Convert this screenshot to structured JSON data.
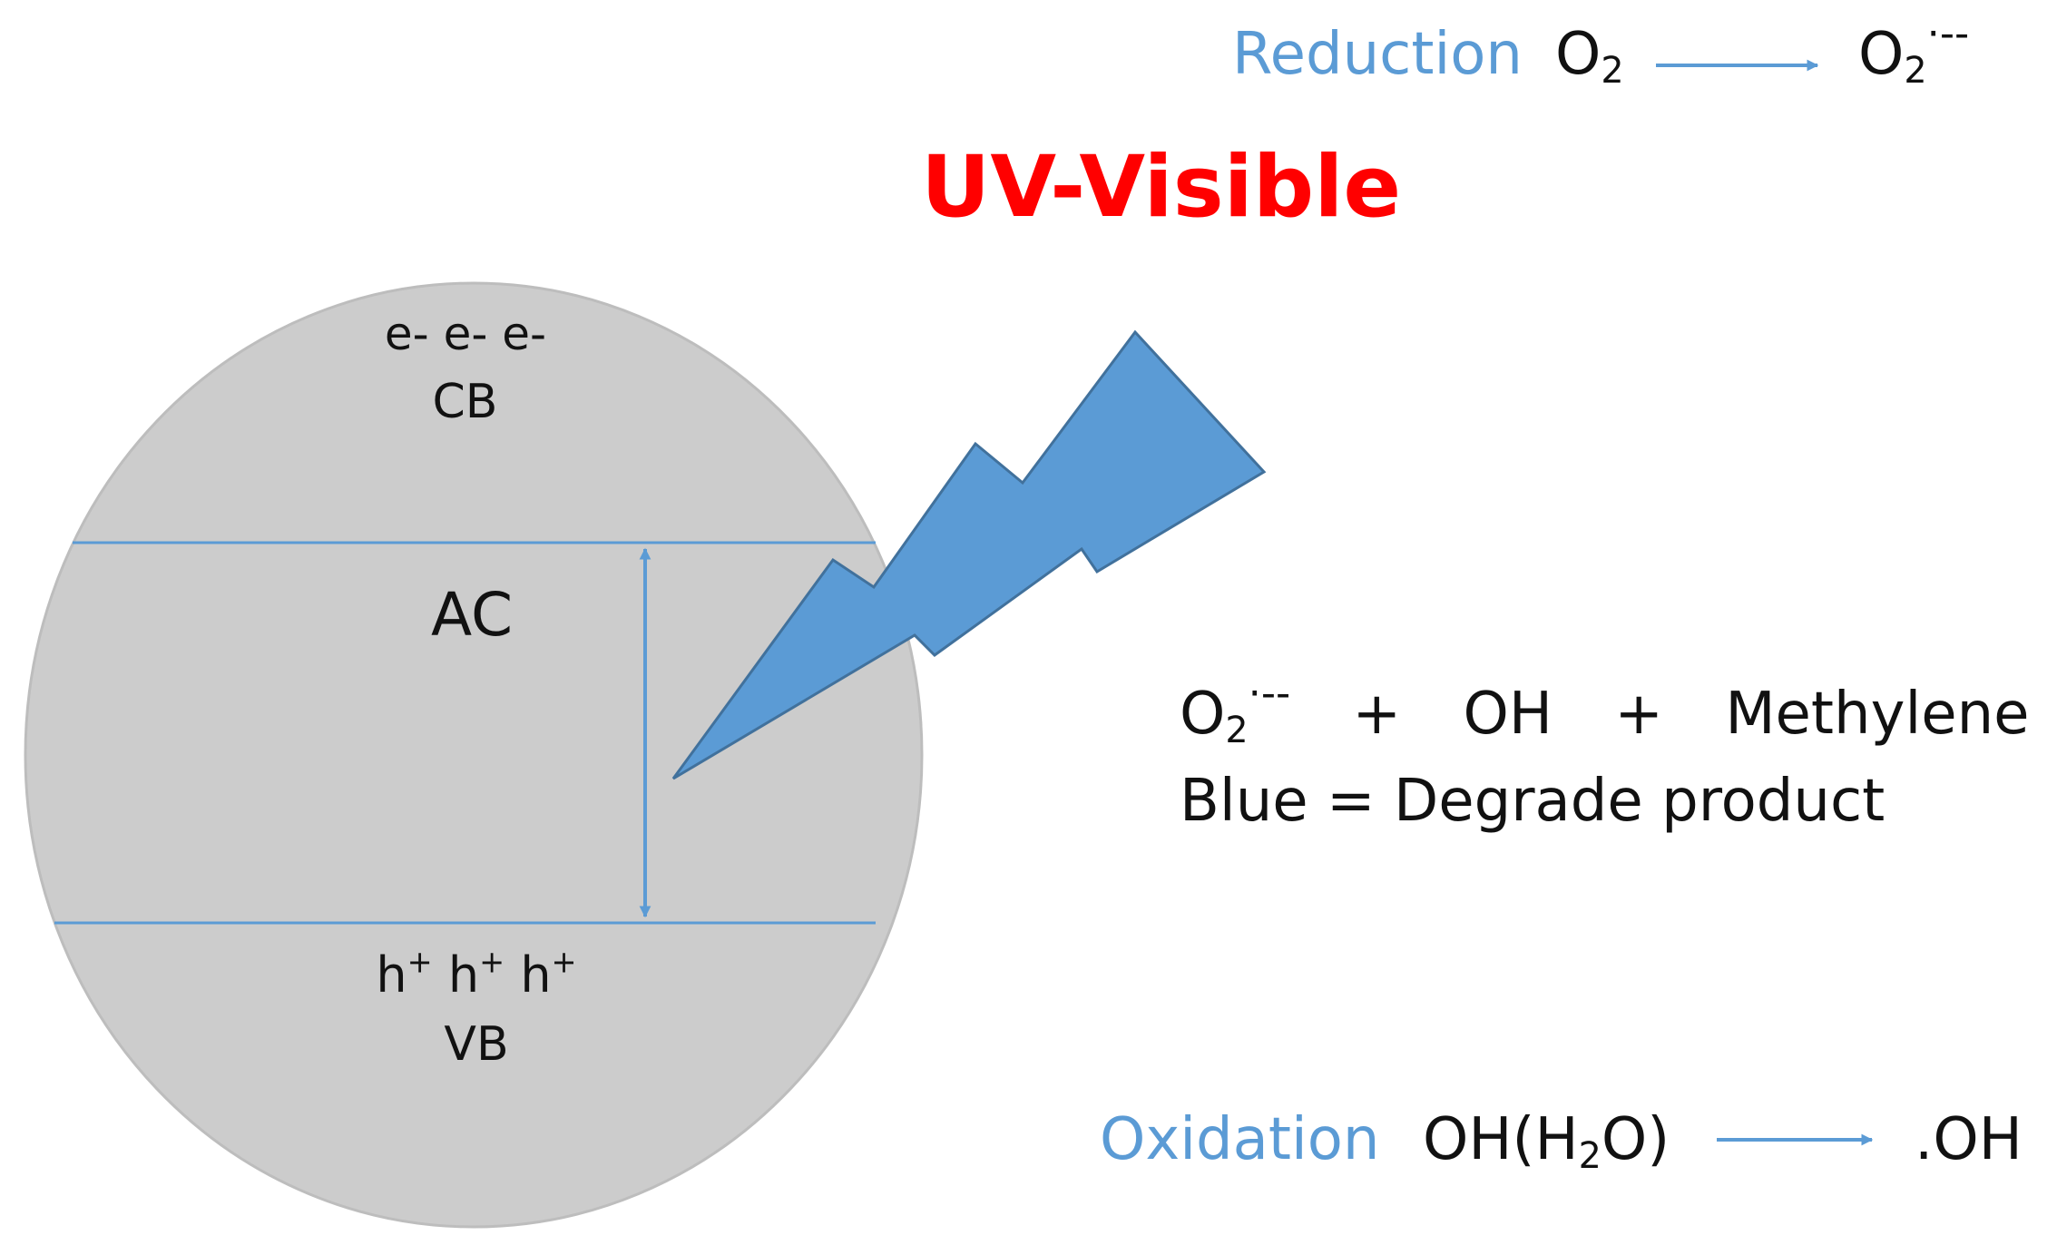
{
  "colors": {
    "particle_fill": "#cccccc",
    "particle_stroke": "#bdbdbd",
    "accent_blue": "#5b9bd5",
    "bolt_stroke": "#41719c",
    "light_label": "#ff0000",
    "text": "#111111"
  },
  "particle": {
    "electrons": "e- e- e-",
    "conduction_band": "CB",
    "material": "AC",
    "holes": {
      "h1": "h",
      "plus1": "+",
      "h2": "h",
      "plus2": "+",
      "h3": "h",
      "plus3": "+"
    },
    "valence_band": "VB"
  },
  "light": {
    "label": "UV-Visible",
    "icon": "lightning-bolt-icon"
  },
  "reduction": {
    "label": "Reduction",
    "reactant": {
      "base": "O",
      "sub": "2"
    },
    "product": {
      "base": "O",
      "sub": "2",
      "sup": "·--"
    }
  },
  "reaction": {
    "radical": {
      "base": "O",
      "sub": "2",
      "sup": "·--"
    },
    "plus1": "+",
    "oh": "OH",
    "plus2": "+",
    "dye": "Methylene",
    "line2": "Blue = Degrade product"
  },
  "oxidation": {
    "label": "Oxidation",
    "reactant_pre": "OH(H",
    "reactant_sub": "2",
    "reactant_post": "O)",
    "product": ".OH"
  }
}
